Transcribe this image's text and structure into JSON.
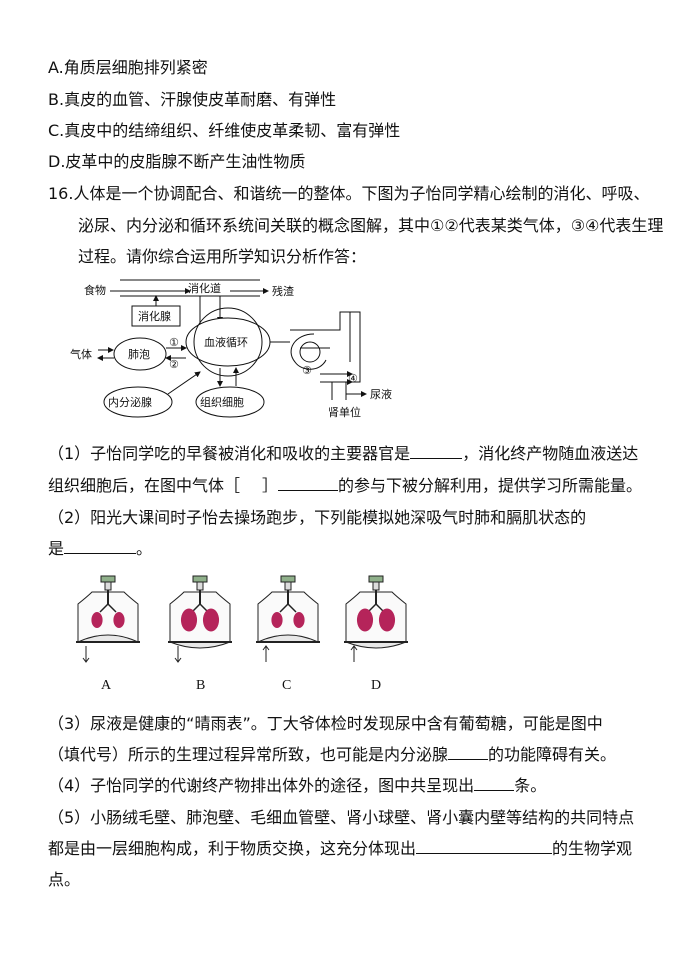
{
  "options": {
    "A": "A.角质层细胞排列紧密",
    "B": "B.真皮的血管、汗腺使皮革耐磨、有弹性",
    "C": "C.真皮中的结缔组织、纤维使皮革柔韧、富有弹性",
    "D": "D.皮革中的皮脂腺不断产生油性物质"
  },
  "q16": {
    "line1": "16.人体是一个协调配合、和谐统一的整体。下图为子怡同学精心绘制的消化、呼吸、",
    "line2": "泌尿、内分泌和循环系统间关联的概念图解，其中①②代表某类气体，③④代表生理",
    "line3": "过程。请你综合运用所学知识分析作答："
  },
  "diagram": {
    "food": "食物",
    "digestive_tract": "消化道",
    "residue": "残渣",
    "digestive_gland": "消化腺",
    "gas": "气体",
    "alveoli": "肺泡",
    "blood_circulation": "血液循环",
    "endocrine_gland": "内分泌腺",
    "tissue_cells": "组织细胞",
    "urine": "尿液",
    "nephron": "肾单位",
    "n1": "①",
    "n2": "②",
    "n3": "③",
    "n4": "④"
  },
  "sub1": {
    "a": "（1）子怡同学吃的早餐被消化和吸收的主要器官是",
    "b": "，消化终产物随血液送达",
    "c": "组织细胞后，在图中气体［",
    "d": "］",
    "e": "的参与下被分解利用，提供学习所需能量。"
  },
  "sub2": {
    "a": "（2）阳光大课间时子怡去操场跑步，下列能模拟她深吸气时肺和膈肌状态的",
    "b": "是",
    "c": "。"
  },
  "jars": [
    "A",
    "B",
    "C",
    "D"
  ],
  "sub3": {
    "a": "（3）尿液是健康的“晴雨表”。丁大爷体检时发现尿中含有葡萄糖，可能是图中",
    "b": "（填代号）所示的生理过程异常所致，也可能是内分泌腺",
    "c": "的功能障碍有关。"
  },
  "sub4": {
    "a": "（4）子怡同学的代谢终产物排出体外的途径，图中共呈现出",
    "b": "条。"
  },
  "sub5": {
    "a": "（5）小肠绒毛壁、肺泡壁、毛细血管壁、肾小球壁、肾小囊内壁等结构的共同特点",
    "b": "都是由一层细胞构成，利于物质交换，这充分体现出",
    "c": "的生物学观",
    "d": "点。"
  },
  "colors": {
    "text": "#111111",
    "lung": "#b5245a",
    "jar_cap": "#8fb08a"
  }
}
